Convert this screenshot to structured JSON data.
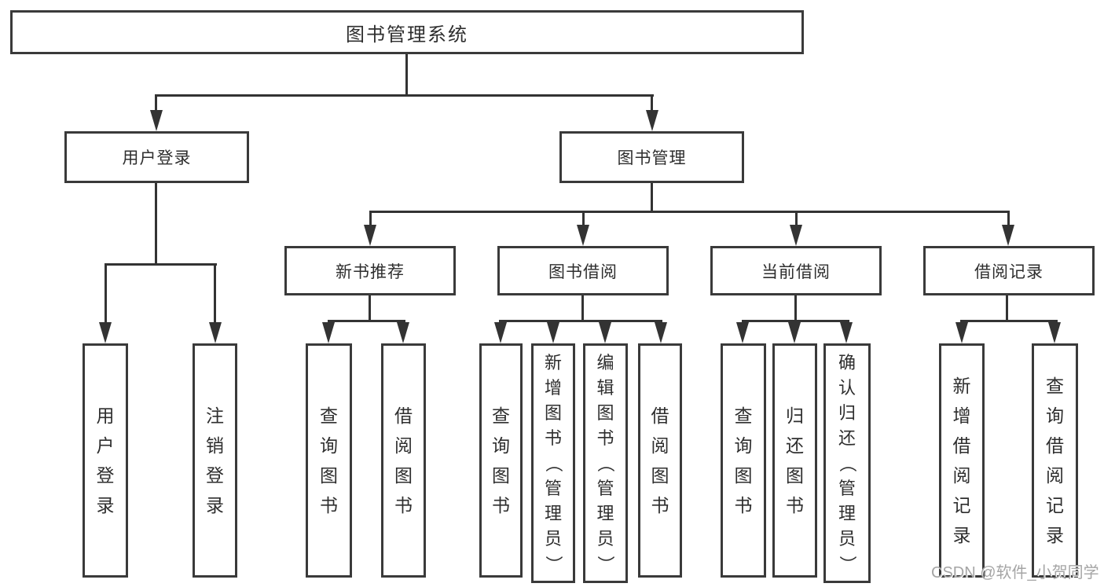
{
  "diagram": {
    "root": {
      "label": "图书管理系统"
    },
    "level2": {
      "user_login": {
        "label": "用户登录"
      },
      "book_management": {
        "label": "图书管理"
      }
    },
    "level3": {
      "new_book_recommend": {
        "label": "新书推荐"
      },
      "book_borrow": {
        "label": "图书借阅"
      },
      "current_borrow": {
        "label": "当前借阅"
      },
      "borrow_records": {
        "label": "借阅记录"
      }
    },
    "leaves": {
      "user_login": [
        "用户登录",
        "注销登录"
      ],
      "new_book_recommend": [
        "查询图书",
        "借阅图书"
      ],
      "book_borrow": [
        "查询图书",
        "新增图书（管理员）",
        "编辑图书（管理员）",
        "借阅图书"
      ],
      "current_borrow": [
        "查询图书",
        "归还图书",
        "确认归还（管理员）"
      ],
      "borrow_records": [
        "新增借阅记录",
        "查询借阅记录"
      ]
    }
  },
  "watermark": "CSDN @软件_小贺同学",
  "colors": {
    "line": "#333333",
    "box_border": "#3a3a3a",
    "text": "#2e2e2e",
    "watermark": "#a5a5a5",
    "background": "#ffffff"
  }
}
